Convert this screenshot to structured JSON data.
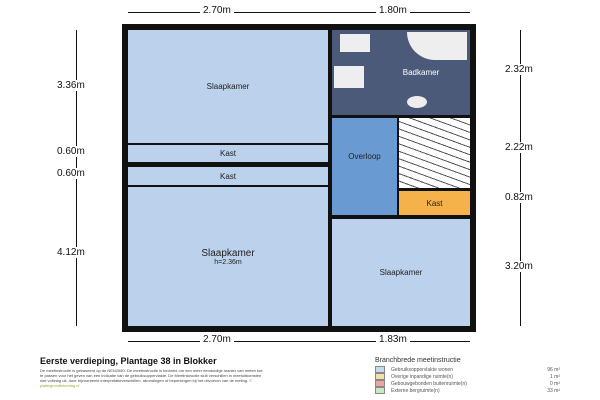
{
  "rooms": {
    "bedroom_top_left": "Slaapkamer",
    "closet_1": "Kast",
    "closet_2": "Kast",
    "bedroom_bottom_left": "Slaapkamer",
    "bedroom_bottom_left_height": "h=2.36m",
    "bathroom": "Badkamer",
    "landing": "Overloop",
    "closet_orange": "Kast",
    "bedroom_bottom_right": "Slaapkamer"
  },
  "dimensions": {
    "top": [
      "2.70m",
      "1.80m"
    ],
    "bottom": [
      "2.70m",
      "1.83m"
    ],
    "left": [
      "3.36m",
      "0.60m",
      "0.60m",
      "4.12m"
    ],
    "right": [
      "2.32m",
      "2.22m",
      "0.82m",
      "3.20m"
    ]
  },
  "footer": {
    "title": "Eerste verdieping, Plantage 38 in Blokker",
    "disclaimer": "De meetinstructie is gebaseerd op de NEN2580. De meetinstructie is bedoeld om een meer eenduidige manier van meten toe te passen voor het geven van een indicatie van de gebruiksoppervlakte. De Meetinstructie sluit verschillen in meetuitkomsten niet volledig uit, door bijvoorbeeld interpretatieverschillen, afrondingen of beperkingen bij het uitvoeren van de meting.",
    "link": "© plattegrondtekening.nl"
  },
  "legend": {
    "title": "Branchbrede meetinstructie",
    "items": [
      {
        "label": "Gebruiksoppervlakte wonen",
        "value": "96 m²",
        "color": "#c6dbf0"
      },
      {
        "label": "Overige inpandige ruimte(n)",
        "value": "1 m²",
        "color": "#f7dfa5"
      },
      {
        "label": "Gebouwgebonden buitenruimte(n)",
        "value": "0 m²",
        "color": "#efa3a3"
      },
      {
        "label": "Externe bergruimte(n)",
        "value": "33 m²",
        "color": "#cde6c4"
      }
    ]
  }
}
